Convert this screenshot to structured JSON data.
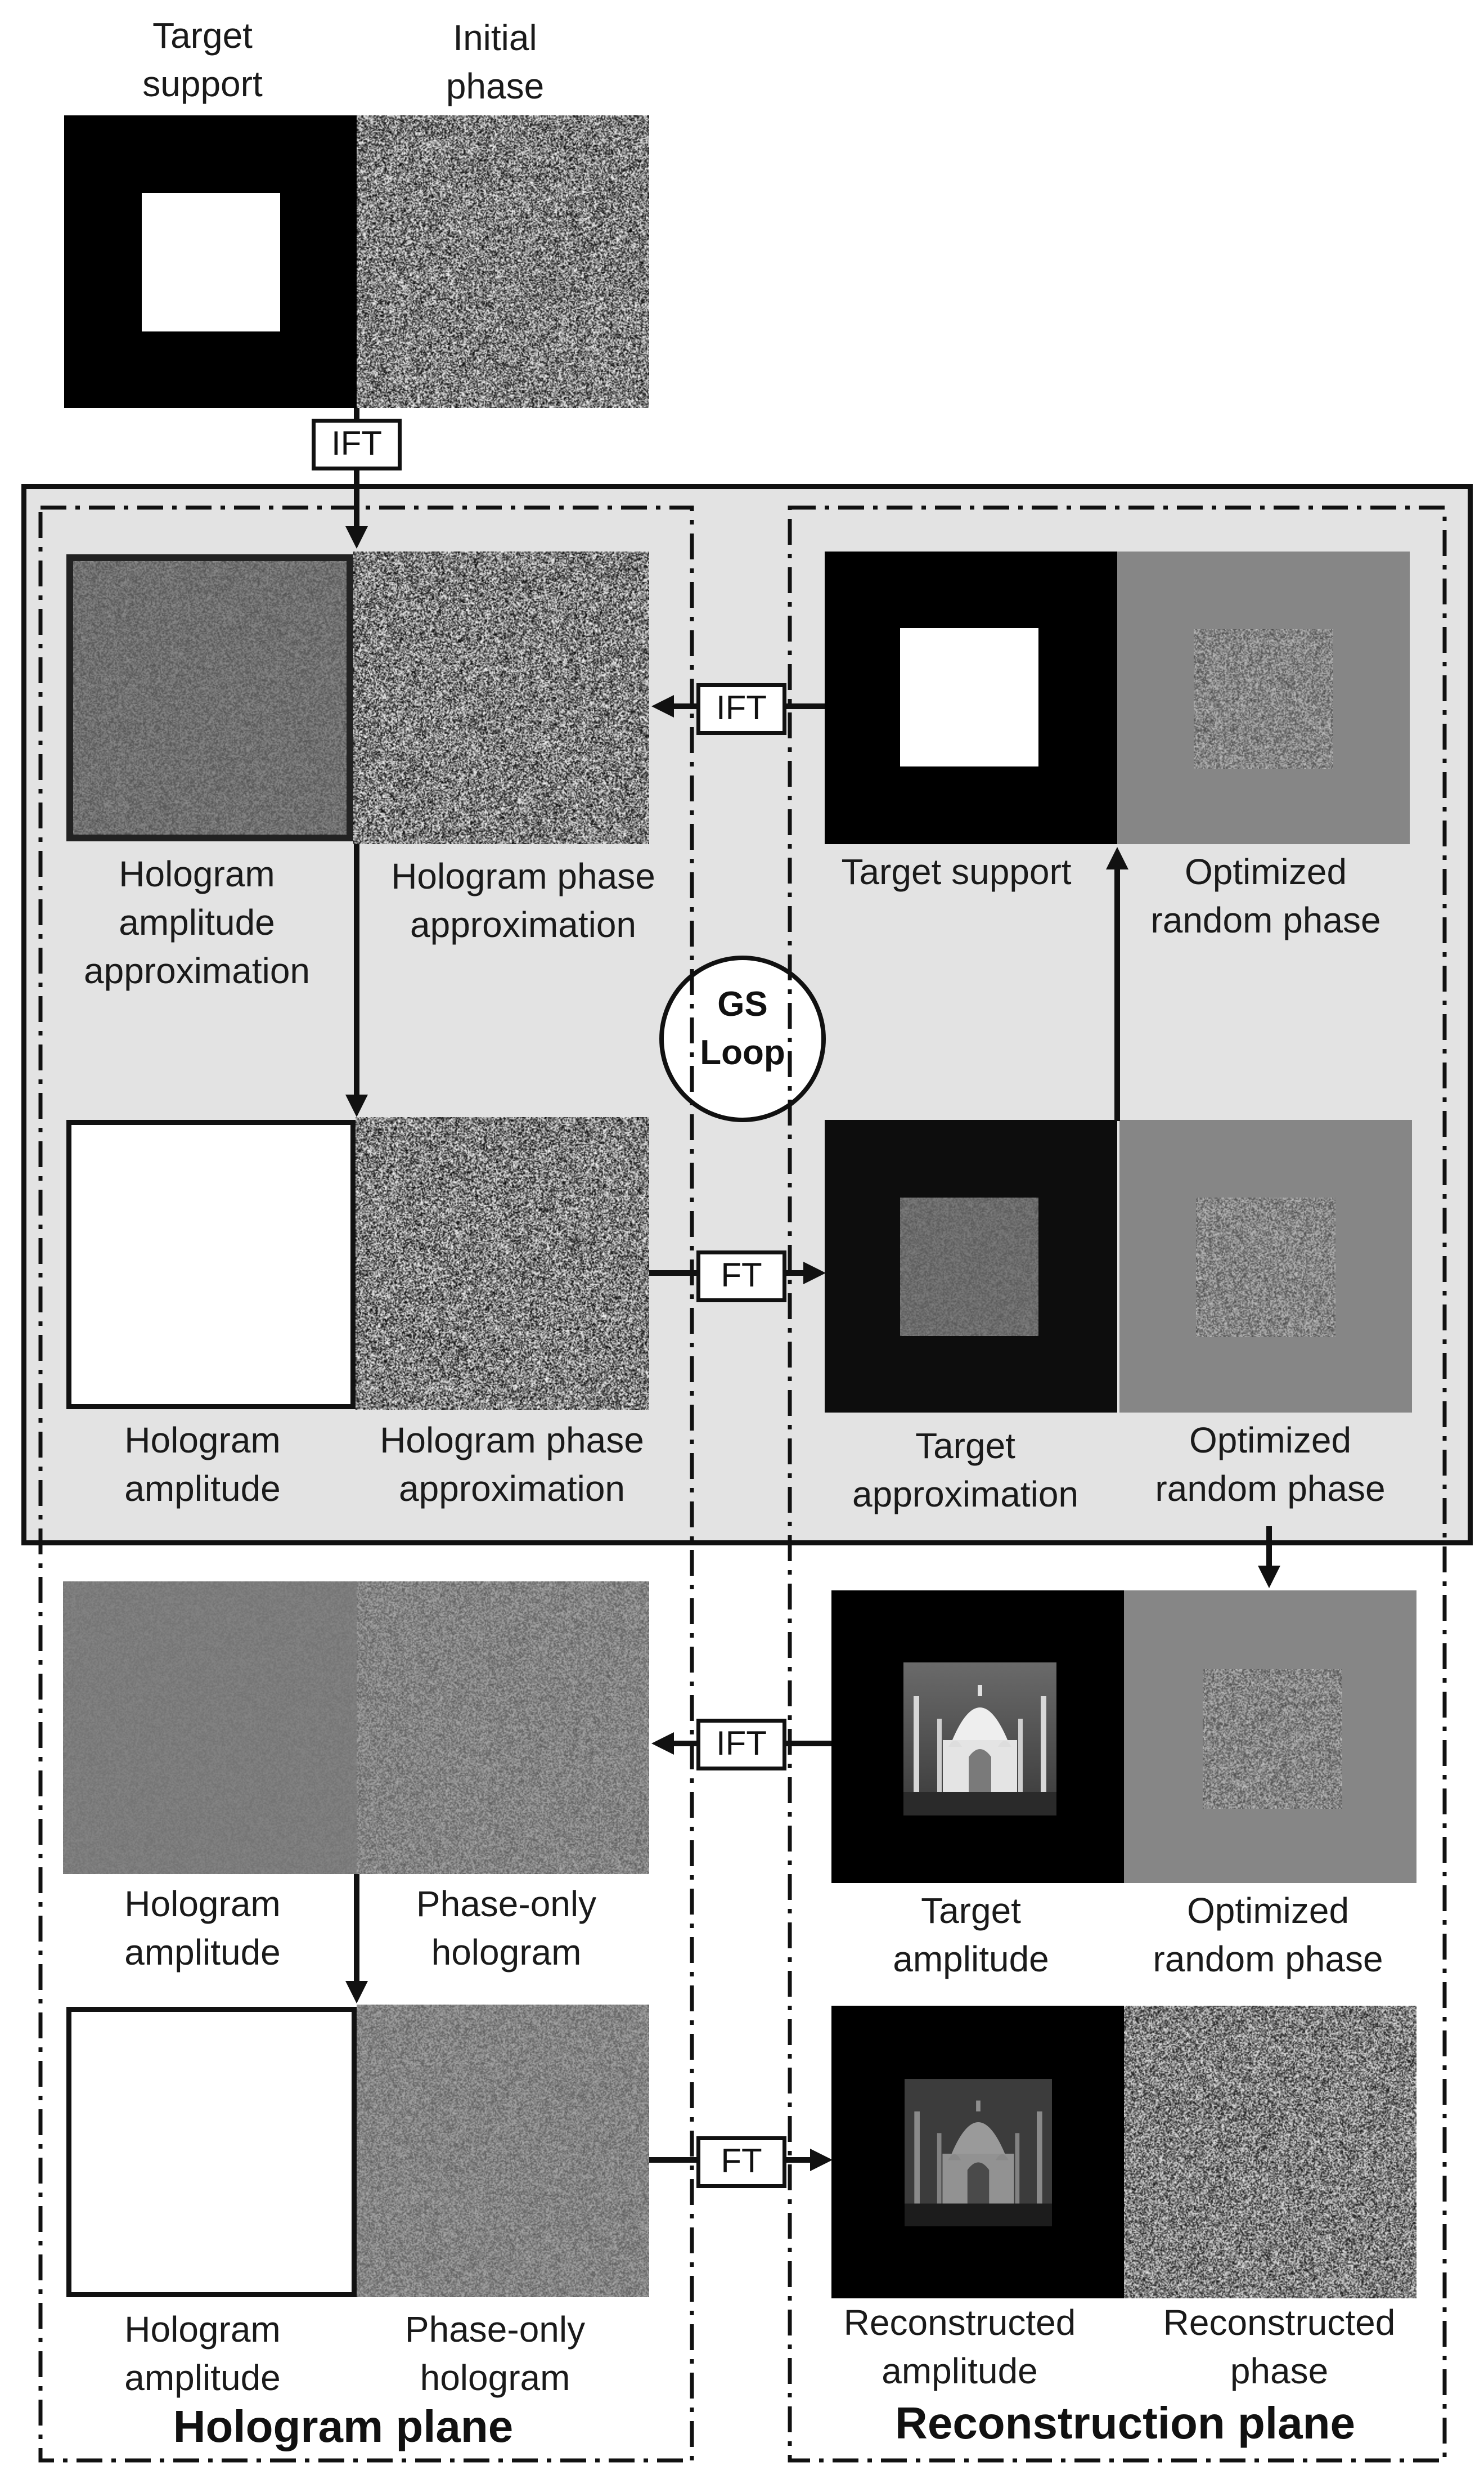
{
  "colors": {
    "loop_background": "#e3e3e3",
    "phase_gray": "#868686",
    "border": "#111111"
  },
  "top": {
    "target_support_label": [
      "Target",
      "support"
    ],
    "initial_phase_label": [
      "Initial",
      "phase"
    ]
  },
  "hologram_plane": {
    "title": "Hologram plane",
    "row1_amp": [
      "Hologram",
      "amplitude",
      "approximation"
    ],
    "row1_phase": [
      "Hologram phase",
      "approximation"
    ],
    "row2_amp": [
      "Hologram",
      "amplitude"
    ],
    "row2_phase": [
      "Hologram phase",
      "approximation"
    ],
    "row3_amp": [
      "Hologram",
      "amplitude"
    ],
    "row3_phase": [
      "Phase-only",
      "hologram"
    ],
    "row4_amp": [
      "Hologram",
      "amplitude"
    ],
    "row4_phase": [
      "Phase-only",
      "hologram"
    ]
  },
  "reconstruction_plane": {
    "title": "Reconstruction plane",
    "row1_amp": [
      "Target support"
    ],
    "row1_phase": [
      "Optimized",
      "random phase"
    ],
    "row2_amp": [
      "Target",
      "approximation"
    ],
    "row2_phase": [
      "Optimized",
      "random phase"
    ],
    "row3_amp": [
      "Target",
      "amplitude"
    ],
    "row3_phase": [
      "Optimized",
      "random phase"
    ],
    "row4_amp": [
      "Reconstructed",
      "amplitude"
    ],
    "row4_phase": [
      "Reconstructed",
      "phase"
    ]
  },
  "transforms": {
    "ift": "IFT",
    "ft": "FT"
  },
  "gs_loop": {
    "line1": "GS",
    "line2": "Loop"
  }
}
